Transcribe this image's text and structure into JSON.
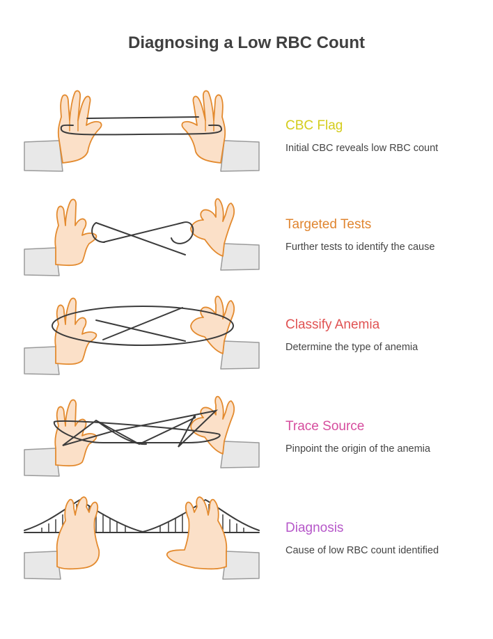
{
  "title": "Diagnosing a Low RBC Count",
  "steps": [
    {
      "title": "CBC Flag",
      "description": "Initial CBC reveals low RBC count",
      "color": "#d4cc1c",
      "icon": "string-figure-open-icon"
    },
    {
      "title": "Targeted Tests",
      "description": "Further tests to identify the cause",
      "color": "#e0852f",
      "icon": "string-figure-cross-icon"
    },
    {
      "title": "Classify Anemia",
      "description": "Determine the type of anemia",
      "color": "#e05252",
      "icon": "string-figure-loop-icon"
    },
    {
      "title": "Trace Source",
      "description": "Pinpoint the origin of the anemia",
      "color": "#d64d9e",
      "icon": "string-figure-web-icon"
    },
    {
      "title": "Diagnosis",
      "description": "Cause of low RBC count identified",
      "color": "#b657c9",
      "icon": "string-figure-bridge-icon"
    }
  ]
}
